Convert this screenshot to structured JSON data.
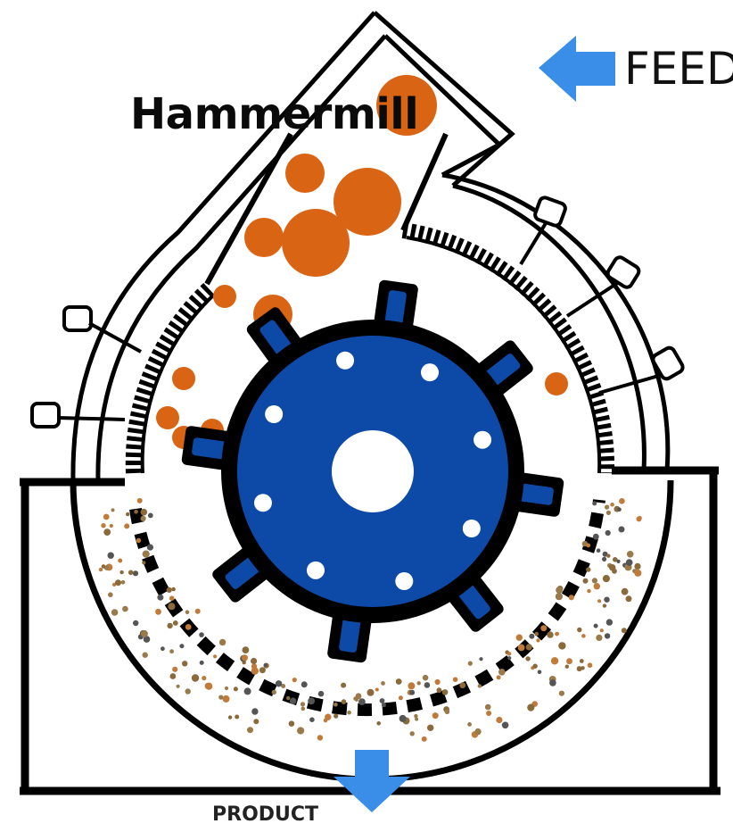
{
  "title": "Hammermill",
  "labels": {
    "feed": "FEED",
    "product": "PRODUCT"
  },
  "colors": {
    "rotor": "#0d4aa8",
    "rotor_outline": "#000000",
    "arrow": "#3a8ee8",
    "feed_particles": "#d96414",
    "fine_particles": "#8a6a3a",
    "housing": "#000000",
    "background": "#ffffff"
  },
  "icons": [
    "feed-arrow-icon",
    "product-arrow-icon"
  ]
}
